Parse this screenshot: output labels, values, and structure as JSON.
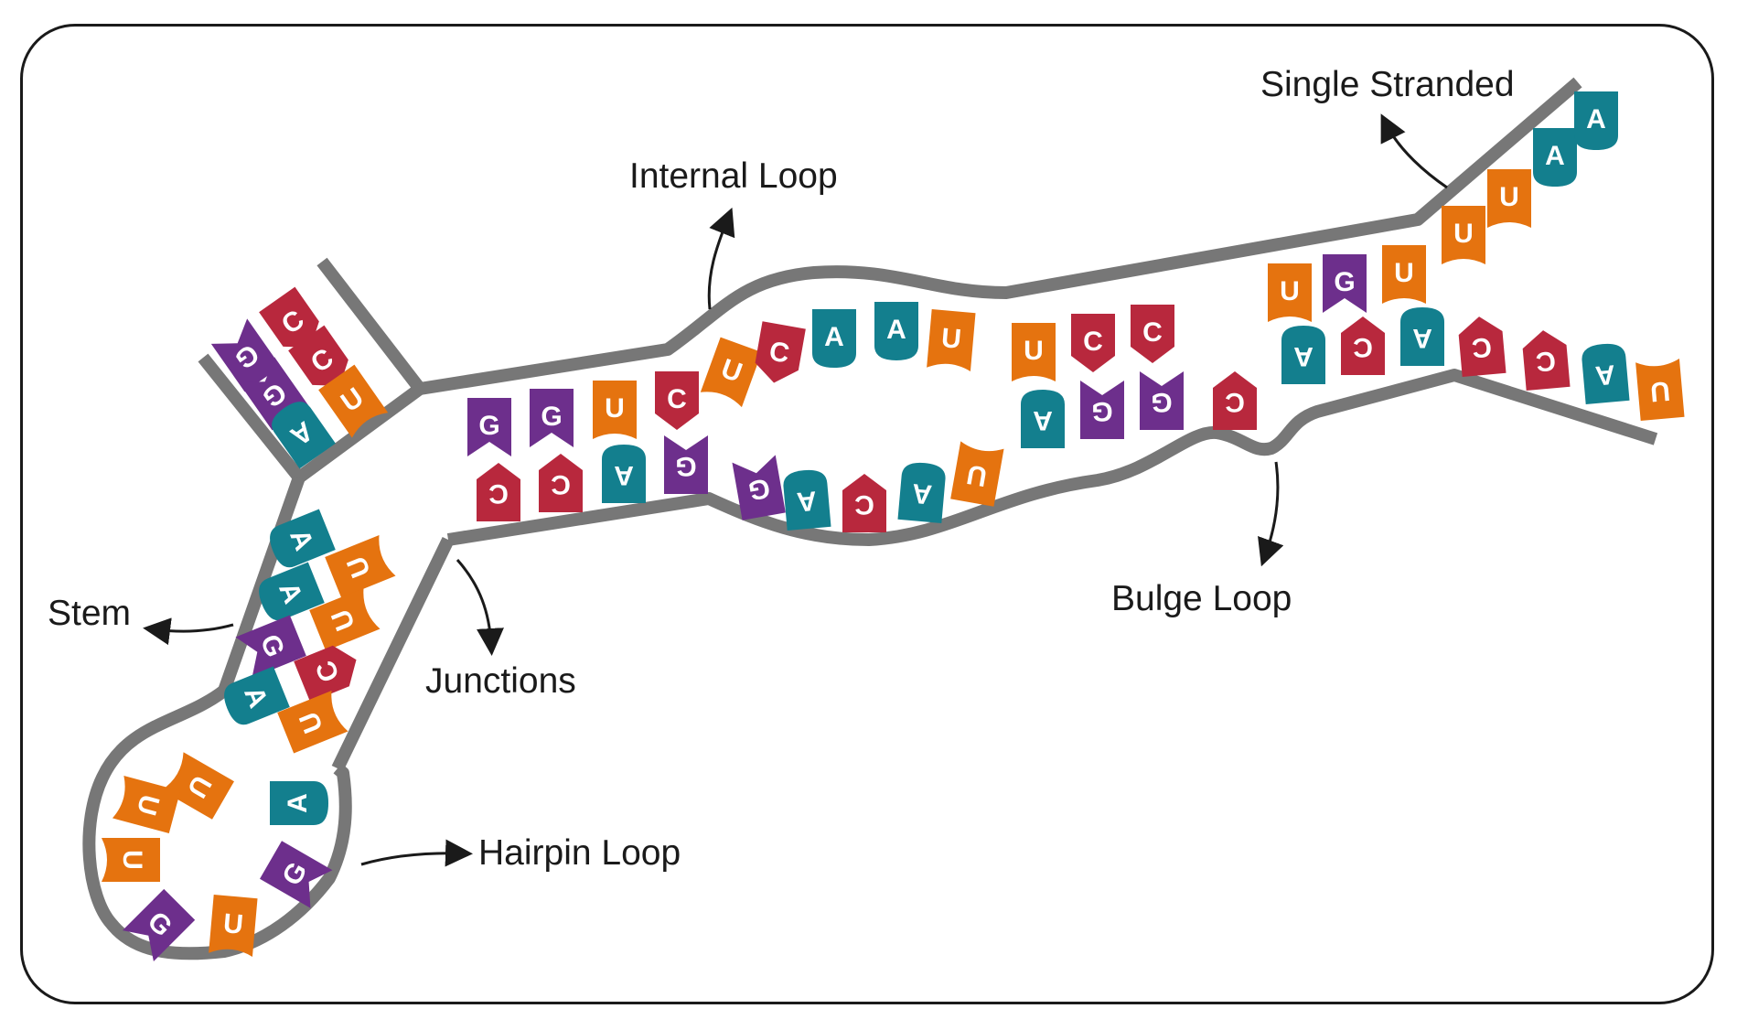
{
  "colors": {
    "A": "#137f8e",
    "U": "#e5730f",
    "G": "#6d2f8c",
    "C": "#b8283d",
    "backbone": "#777777",
    "frame": "#1a1a1a",
    "text": "#1a1a1a"
  },
  "labels": {
    "single_stranded": "Single Stranded",
    "internal_loop": "Internal Loop",
    "stem": "Stem",
    "junctions": "Junctions",
    "bulge_loop": "Bulge Loop",
    "hairpin_loop": "Hairpin Loop"
  },
  "regions": {
    "branch_stem": {
      "outer": [
        "G",
        "G",
        "A"
      ],
      "inner": [
        "C",
        "C",
        "U"
      ]
    },
    "lower_stem": {
      "left": [
        "A",
        "A",
        "G",
        "A"
      ],
      "right": [
        "U",
        "U",
        "C",
        "U"
      ]
    },
    "hairpin": [
      "U",
      "U",
      "U",
      "G",
      "U",
      "G",
      "A"
    ],
    "duplex_1": {
      "top": [
        "G",
        "G",
        "U",
        "C"
      ],
      "bottom": [
        "C",
        "C",
        "A",
        "G"
      ]
    },
    "internal_loop": {
      "top": [
        "U",
        "C",
        "A",
        "A",
        "U"
      ],
      "bottom": [
        "G",
        "A",
        "C",
        "A",
        "U"
      ]
    },
    "duplex_2": {
      "top": [
        "U",
        "C",
        "C"
      ],
      "bottom": [
        "A",
        "G",
        "G"
      ]
    },
    "bulge": [
      "C"
    ],
    "duplex_3": {
      "top": [
        "U",
        "G",
        "U"
      ],
      "bottom": [
        "A",
        "C",
        "A"
      ]
    },
    "single_strand_top": [
      "U",
      "U",
      "A",
      "A"
    ],
    "single_strand_bottom": [
      "C",
      "C",
      "A",
      "U"
    ]
  }
}
